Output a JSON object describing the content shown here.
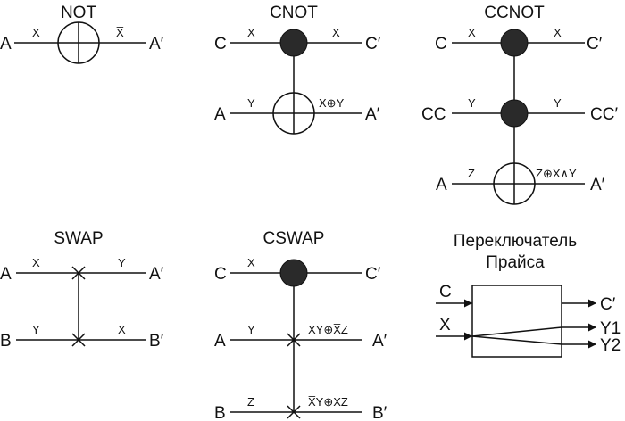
{
  "gates": {
    "not": {
      "title": "NOT",
      "in_terminal": "A",
      "out_terminal": "A′",
      "in_signal": "X",
      "out_signal": "X̅"
    },
    "cnot": {
      "title": "CNOT",
      "control": {
        "in_terminal": "C",
        "out_terminal": "C′",
        "in_signal": "X",
        "out_signal": "X"
      },
      "target": {
        "in_terminal": "A",
        "out_terminal": "A′",
        "in_signal": "Y",
        "out_signal": "X⊕Y"
      }
    },
    "ccnot": {
      "title": "CCNOT",
      "control1": {
        "in_terminal": "C",
        "out_terminal": "C′",
        "in_signal": "X",
        "out_signal": "X"
      },
      "control2": {
        "in_terminal": "CC",
        "out_terminal": "CC′",
        "in_signal": "Y",
        "out_signal": "Y"
      },
      "target": {
        "in_terminal": "A",
        "out_terminal": "A′",
        "in_signal": "Z",
        "out_signal": "Z⊕X∧Y"
      }
    },
    "swap": {
      "title": "SWAP",
      "line1": {
        "in_terminal": "A",
        "out_terminal": "A′",
        "in_signal": "X",
        "out_signal": "Y"
      },
      "line2": {
        "in_terminal": "B",
        "out_terminal": "B′",
        "in_signal": "Y",
        "out_signal": "X"
      }
    },
    "cswap": {
      "title": "CSWAP",
      "control": {
        "in_terminal": "C",
        "out_terminal": "C′",
        "in_signal": "X",
        "out_signal": ""
      },
      "line1": {
        "in_terminal": "A",
        "out_terminal": "A′",
        "in_signal": "Y",
        "out_signal": "XY⊕X̅Z"
      },
      "line2": {
        "in_terminal": "B",
        "out_terminal": "B′",
        "in_signal": "Z",
        "out_signal": "X̅Y⊕XZ"
      }
    },
    "price": {
      "title_line1": "Переключатель",
      "title_line2": "Прайса",
      "inputs": [
        "C",
        "X"
      ],
      "outputs": [
        "C′",
        "Y1",
        "Y2"
      ]
    }
  },
  "colors": {
    "ink": "#111111",
    "control_dot": "#2a2a2a",
    "background": "#ffffff"
  }
}
